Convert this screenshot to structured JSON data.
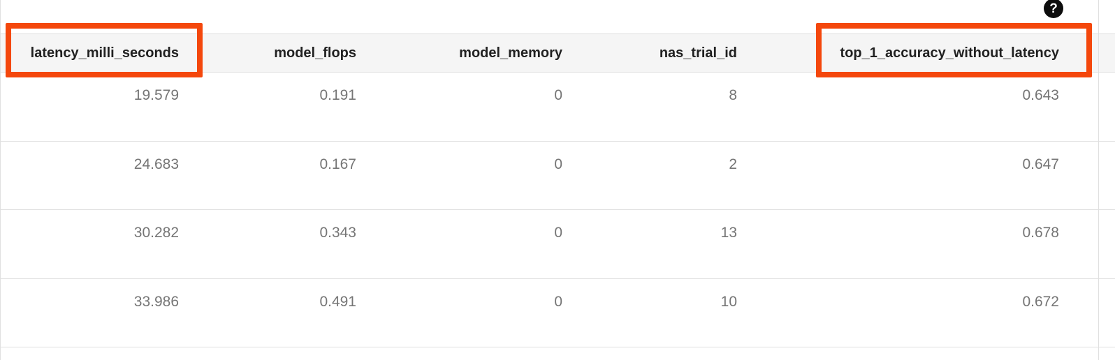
{
  "help": {
    "glyph": "?",
    "icon": "help-question-icon"
  },
  "annotation": {
    "accent_color": "#f4470c",
    "highlighted_columns": [
      "latency_milli_seconds",
      "top_1_accuracy_without_latency"
    ]
  },
  "colors": {
    "header_background": "#f5f5f5",
    "row_separator": "#e0e0e0",
    "header_text": "#212121",
    "value_text": "#757575",
    "help_icon_background": "#0d0d0d"
  },
  "table": {
    "columns": [
      "latency_milli_seconds",
      "model_flops",
      "model_memory",
      "nas_trial_id",
      "top_1_accuracy_without_latency"
    ],
    "rows": [
      [
        "19.579",
        "0.191",
        "0",
        "8",
        "0.643"
      ],
      [
        "24.683",
        "0.167",
        "0",
        "2",
        "0.647"
      ],
      [
        "30.282",
        "0.343",
        "0",
        "13",
        "0.678"
      ],
      [
        "33.986",
        "0.491",
        "0",
        "10",
        "0.672"
      ]
    ]
  }
}
